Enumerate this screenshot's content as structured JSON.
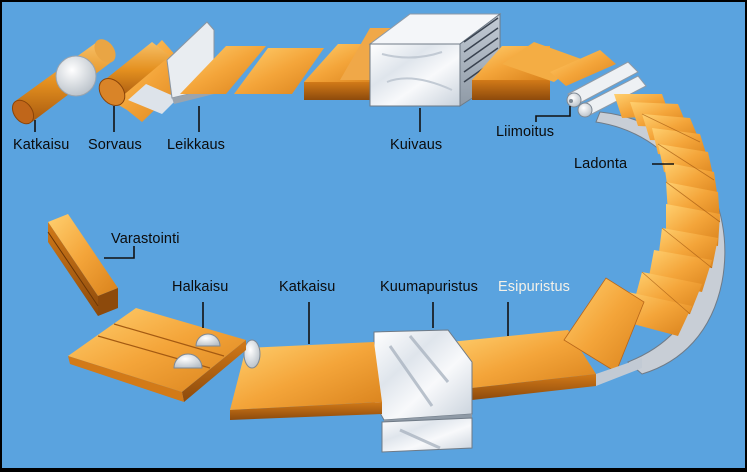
{
  "labels": {
    "katkaisu_top": "Katkaisu",
    "sorvaus": "Sorvaus",
    "leikkaus": "Leikkaus",
    "kuivaus": "Kuivaus",
    "liimoitus": "Liimoitus",
    "ladonta": "Ladonta",
    "varastointi": "Varastointi",
    "halkaisu": "Halkaisu",
    "katkaisu_bottom": "Katkaisu",
    "kuumapuristus": "Kuumapuristus",
    "esipuristus": "Esipuristus"
  },
  "colors": {
    "background": "#5aa3df",
    "veneer_light": "#f6b041",
    "veneer_dark": "#c06a10",
    "machine": "#e8ecf0",
    "label_text": "#0b0b0b",
    "label_text_light": "#f4f1e8"
  }
}
